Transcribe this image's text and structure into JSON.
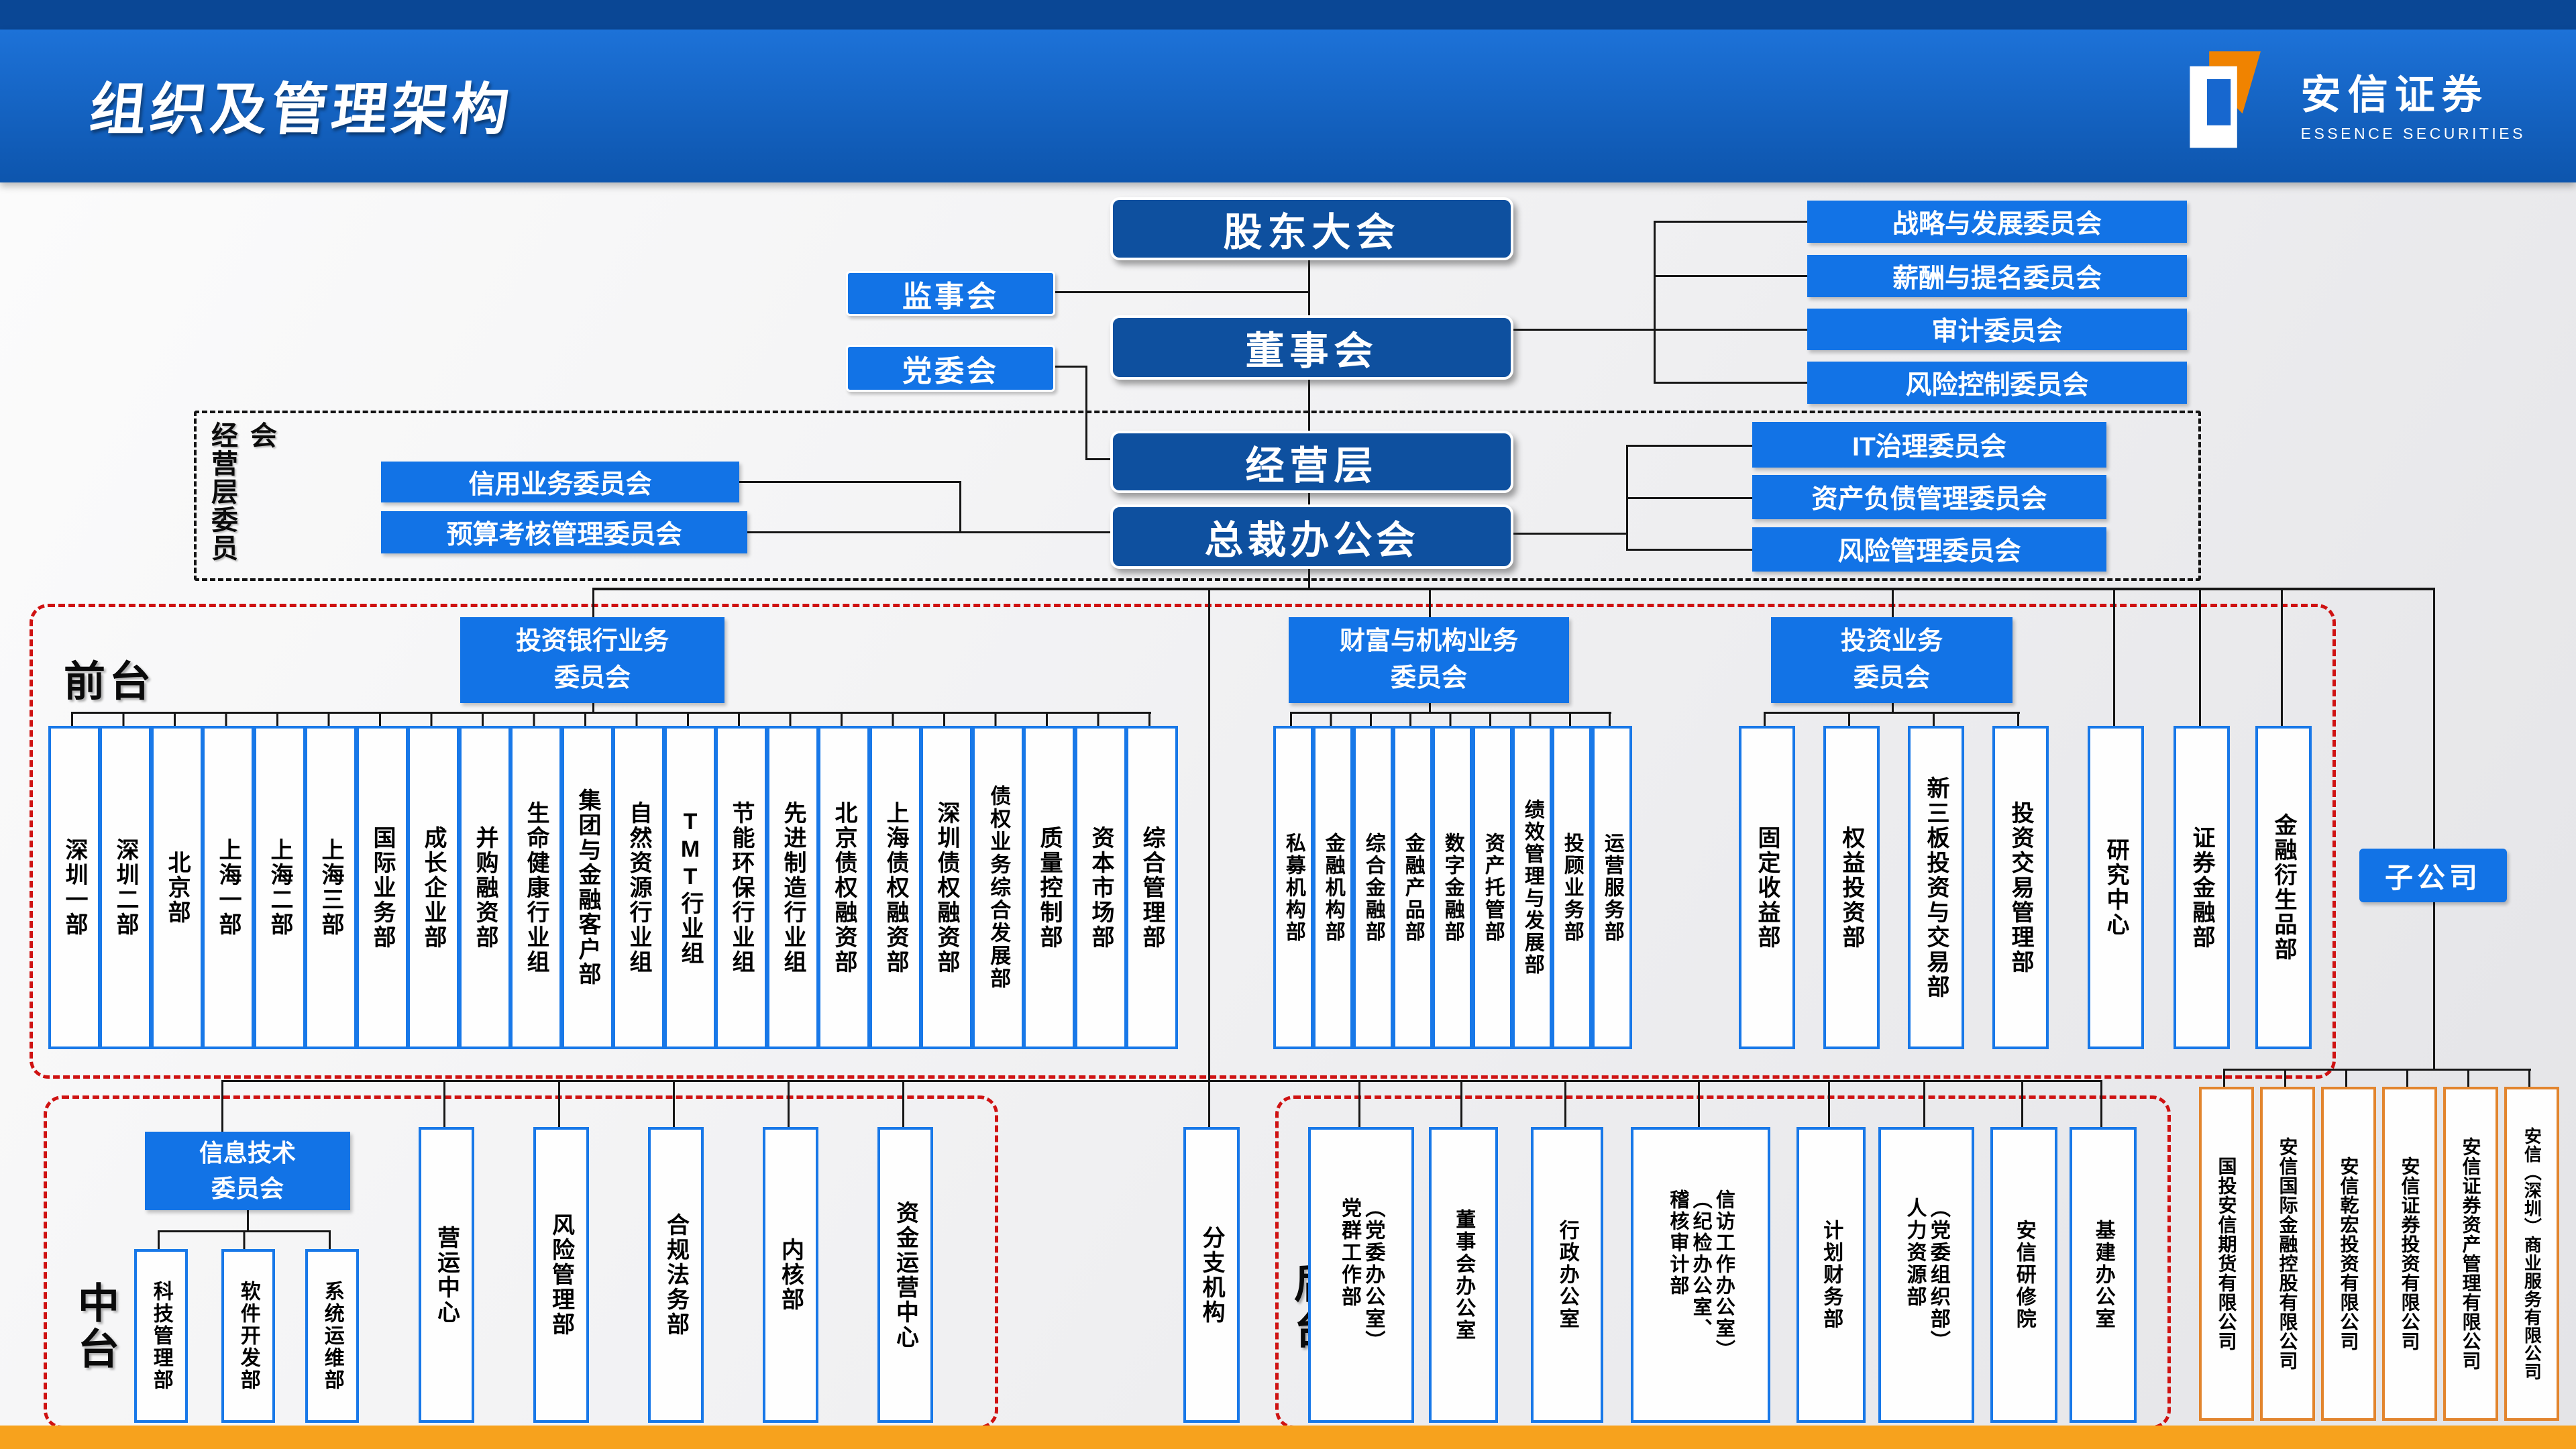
{
  "header": {
    "title": "组织及管理架构",
    "logo": {
      "name_cn": "安信证券",
      "name_en": "ESSENCE SECURITIES"
    }
  },
  "top": {
    "shareholders": "股东大会",
    "supervisory": "监事会",
    "party_committee": "党委会",
    "board": "董事会",
    "management": "经营层",
    "president_office": "总裁办公会"
  },
  "board_committees": [
    "战略与发展委员会",
    "薪酬与提名委员会",
    "审计委员会",
    "风险控制委员会"
  ],
  "mgmt_box": {
    "label": "经营层委员会",
    "credit": "信用业务委员会",
    "budget": "预算考核管理委员会",
    "it_gov": "IT治理委员会",
    "alm": "资产负债管理委员会",
    "risk_mgmt": "风险管理委员会"
  },
  "front": {
    "label": "前台",
    "ib": {
      "title": "投资银行业务\n委员会",
      "depts": [
        "深圳一部",
        "深圳二部",
        "北京部",
        "上海一部",
        "上海二部",
        "上海三部",
        "国际业务部",
        "成长企业部",
        "并购融资部",
        "生命健康行业组",
        "集团与金融客户部",
        "自然资源行业组",
        "TMT行业组",
        "节能环保行业组",
        "先进制造行业组",
        "北京债权融资部",
        "上海债权融资部",
        "深圳债权融资部",
        "债权业务综合发展部",
        "质量控制部",
        "资本市场部",
        "综合管理部"
      ]
    },
    "wealth": {
      "title": "财富与机构业务\n委员会",
      "depts": [
        "私募机构部",
        "金融机构部",
        "综合金融部",
        "金融产品部",
        "数字金融部",
        "资产托管部",
        "绩效管理与发展部",
        "投顾业务部",
        "运营服务部"
      ]
    },
    "invest": {
      "title": "投资业务\n委员会",
      "depts": [
        "固定收益部",
        "权益投资部",
        "新三板投资与交易部",
        "投资交易管理部"
      ]
    },
    "standalone": [
      "研究中心",
      "证券金融部",
      "金融衍生品部"
    ]
  },
  "middle": {
    "label": "中台",
    "it_committee": "信息技术\n委员会",
    "it_depts": [
      "科技管理部",
      "软件开发部",
      "系统运维部"
    ],
    "depts": [
      "营运中心",
      "风险管理部",
      "合规法务部",
      "内核部",
      "资金运营中心"
    ]
  },
  "branches": "分支机构",
  "back": {
    "label": "后台",
    "depts": [
      "党群工作部\n（党委办公室）",
      "董事会办公室",
      "行政办公室",
      "稽核审计部\n（纪检办公室、\n信访工作办公室）",
      "计划财务部",
      "人力资源部\n（党委组织部）",
      "安信研修院",
      "基建办公室"
    ]
  },
  "subsidiaries": {
    "label": "子公司",
    "companies": [
      "国投安信期货有限公司",
      "安信国际金融控股有限公司",
      "安信乾宏投资有限公司",
      "安信证券投资有限公司",
      "安信证券资产管理有限公司",
      "安信（深圳）商业服务有限公司"
    ]
  },
  "colors": {
    "accent_blue": "#1273e6",
    "navy": "#0e509f",
    "orange_border": "#e2852e",
    "red_dashed": "#cf1212",
    "footer_orange": "#f7a21d"
  }
}
